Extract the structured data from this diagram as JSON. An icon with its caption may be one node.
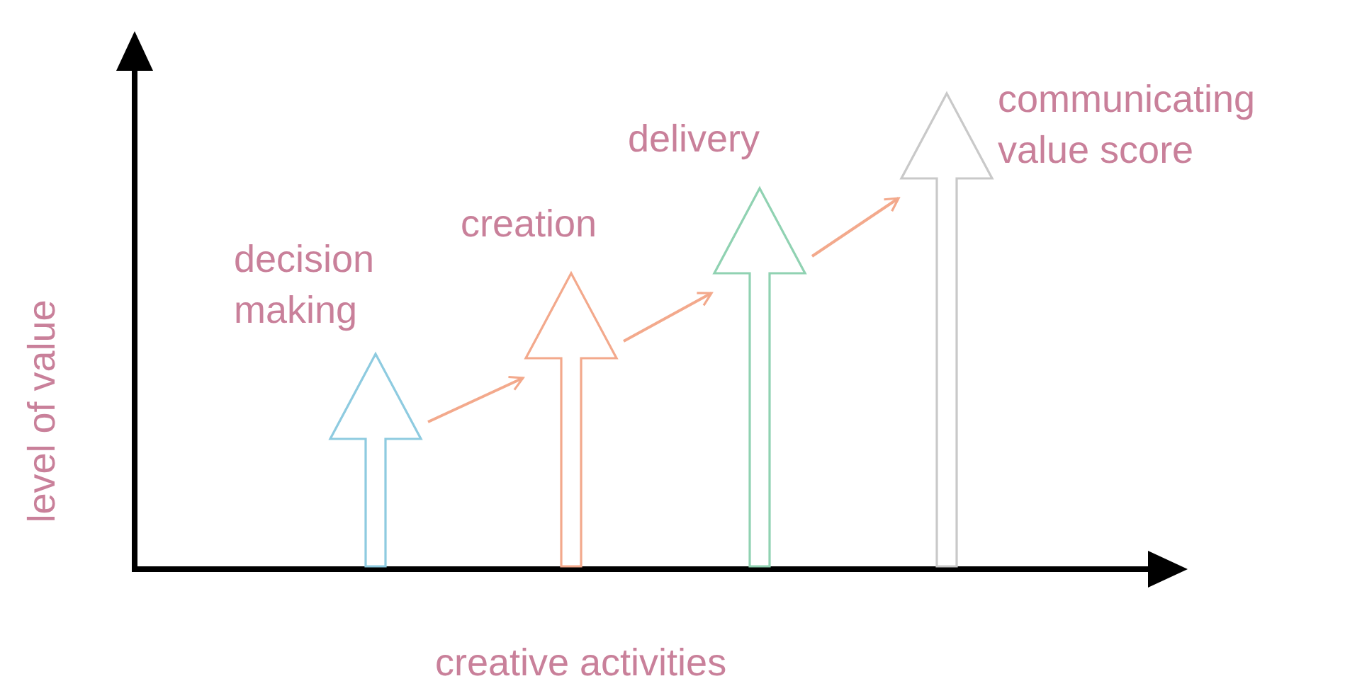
{
  "diagram": {
    "nodes": [
      {
        "text": [
          "decision making"
        ]
      },
      {
        "text": [
          "creation"
        ]
      },
      {
        "text": [
          "delivery"
        ]
      },
      {
        "text": [
          "communicating value score"
        ]
      }
    ],
    "edges": [
      {
        "from": 0,
        "to": 1,
        "arrow": "to"
      },
      {
        "from": 1,
        "to": 2,
        "arrow": "to"
      },
      {
        "from": 2,
        "to": 3,
        "arrow": "to"
      }
    ],
    "labels": [
      "level of value",
      "creative activities"
    ]
  }
}
